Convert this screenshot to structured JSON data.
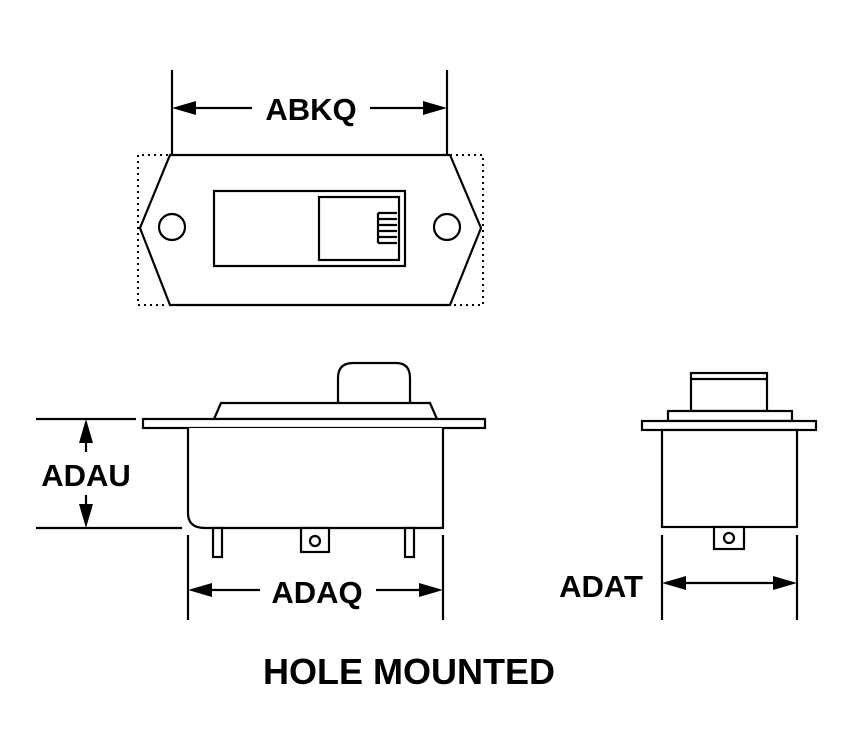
{
  "dimensions": {
    "top_width": "ABKQ",
    "side_height": "ADAU",
    "side_width": "ADAQ",
    "end_width": "ADAT"
  },
  "caption": "HOLE MOUNTED"
}
